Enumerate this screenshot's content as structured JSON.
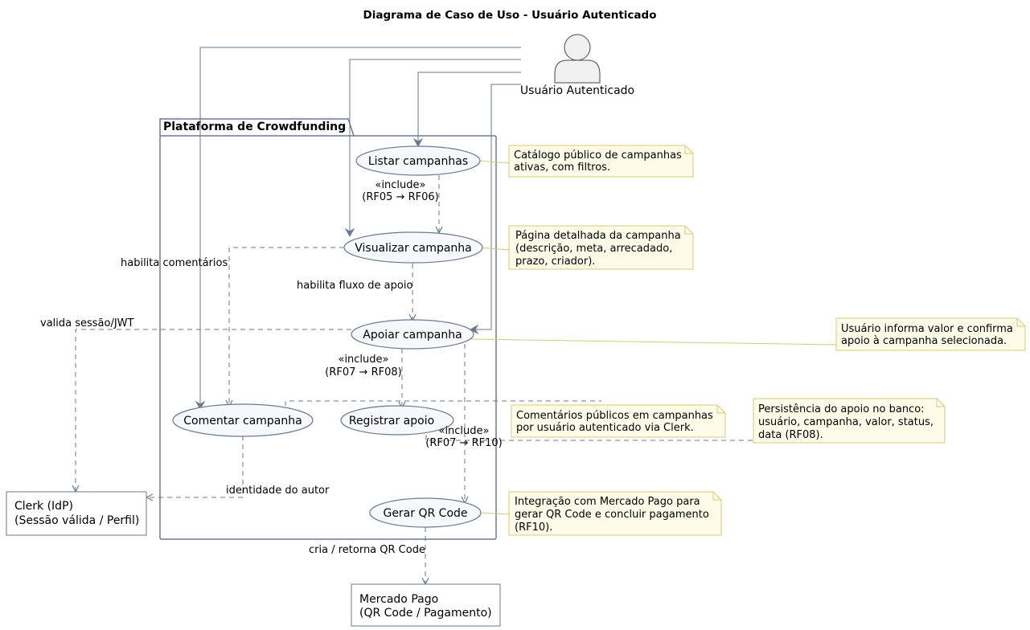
{
  "title": "Diagrama de Caso de Uso - Usuário Autenticado",
  "actor": {
    "name": "Usuário Autenticado",
    "icon": "user-actor-icon"
  },
  "package": {
    "title": "Plataforma de Crowdfunding"
  },
  "use_cases": {
    "listar": "Listar campanhas",
    "visualizar": "Visualizar campanha",
    "apoiar": "Apoiar campanha",
    "comentar": "Comentar campanha",
    "registrar": "Registrar apoio",
    "gerar_qr": "Gerar QR Code"
  },
  "external_systems": {
    "clerk": [
      "Clerk (IdP)",
      "(Sessão válida / Perfil)"
    ],
    "mercado_pago": [
      "Mercado Pago",
      "(QR Code / Pagamento)"
    ]
  },
  "relation_labels": {
    "include_1": [
      "«include»",
      "(RF05 → RF06)"
    ],
    "habilita_comentarios": "habilita comentários",
    "habilita_fluxo": "habilita fluxo de apoio",
    "valida_sessao": "valida sessão/JWT",
    "include_2": [
      "«include»",
      "(RF07 → RF08)"
    ],
    "include_3": [
      "«include»",
      "(RF07 → RF10)"
    ],
    "identidade_autor": "identidade do autor",
    "cria_retorna_qr": "cria / retorna QR Code"
  },
  "notes": {
    "listar": [
      "Catálogo público de campanhas",
      "ativas, com filtros."
    ],
    "visualizar": [
      "Página detalhada da campanha",
      "(descrição, meta, arrecadado,",
      "prazo, criador)."
    ],
    "apoiar": [
      "Usuário informa valor e confirma",
      "apoio à campanha selecionada."
    ],
    "comentar": [
      "Comentários públicos em campanhas",
      "por usuário autenticado via Clerk."
    ],
    "registrar": [
      "Persistência do apoio no banco:",
      "usuário, campanha, valor, status,",
      "data (RF08)."
    ],
    "gerar_qr": [
      "Integração com Mercado Pago para",
      "gerar QR Code e concluir pagamento",
      "(RF10)."
    ]
  },
  "colors": {
    "line": "#6b7a90",
    "uc_fill": "#f6f8fc",
    "note_fill": "#fefce8",
    "note_border": "#d8c87a",
    "actor_fill": "#f0f0f0"
  }
}
